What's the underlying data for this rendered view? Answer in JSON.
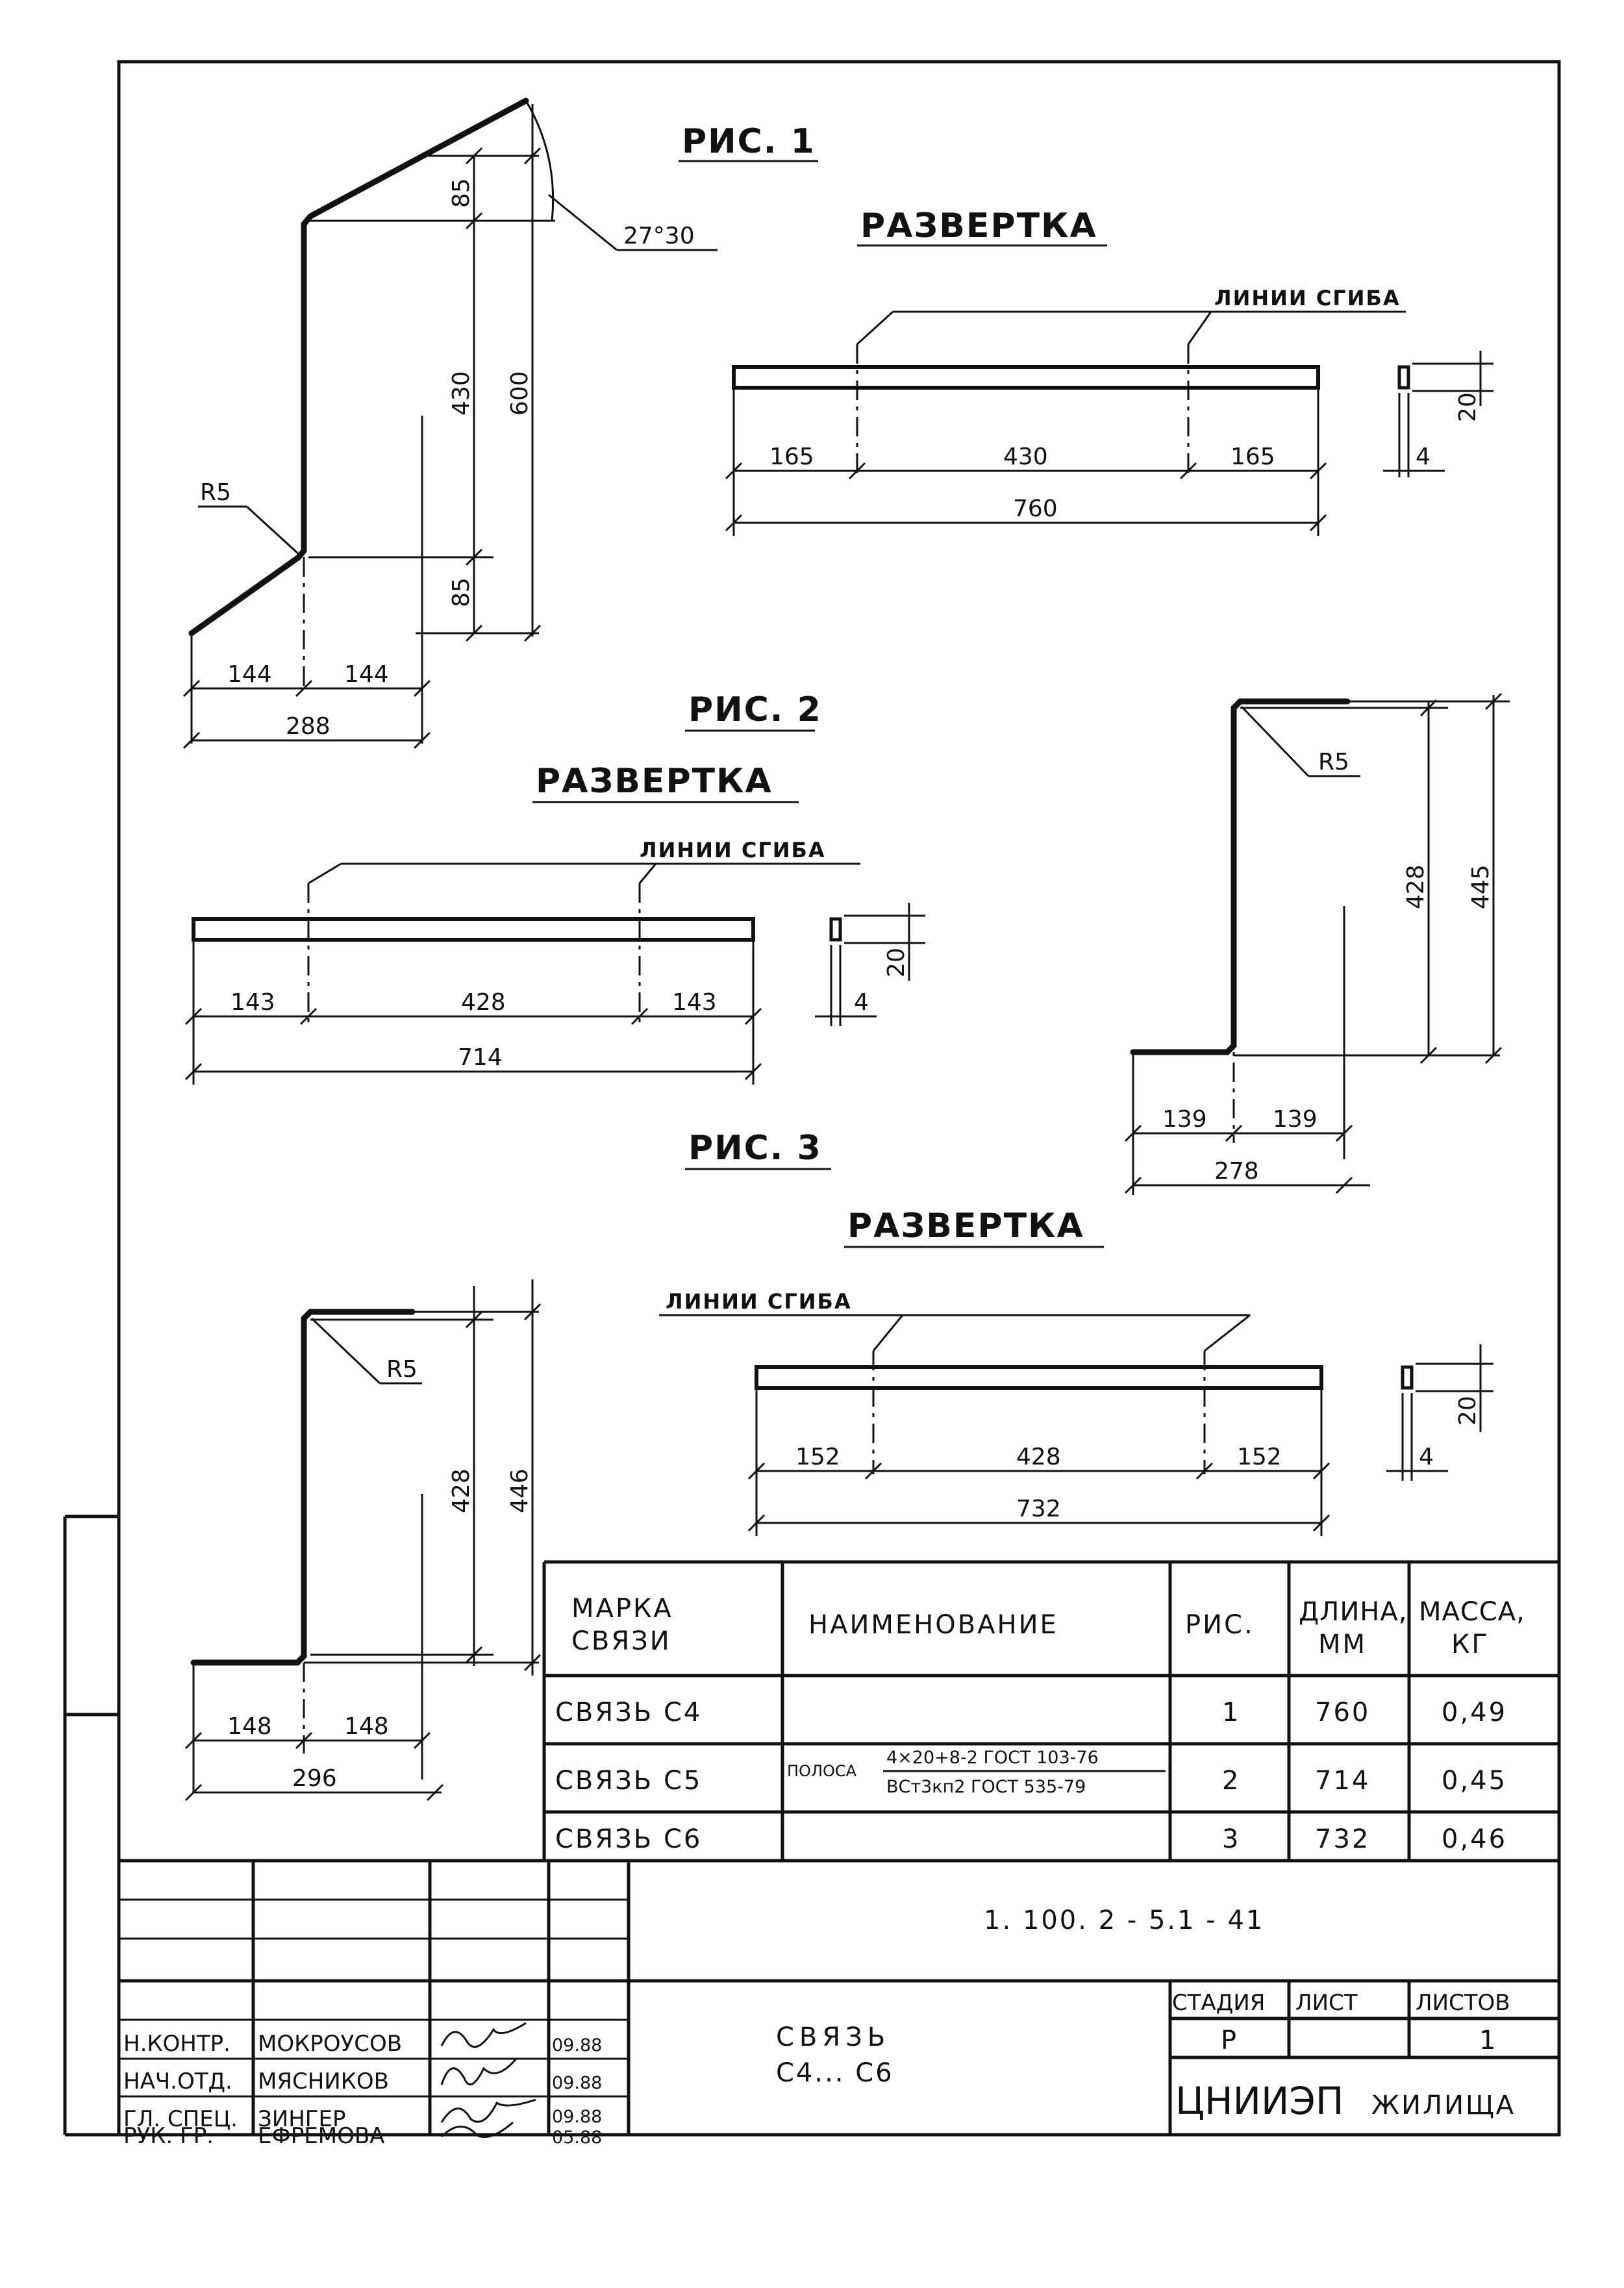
{
  "figures": {
    "fig1": {
      "title": "РИС. 1",
      "unfold_title": "РАЗВЕРТКА",
      "bend_lines_label": "ЛИНИИ СГИБА",
      "radius": "R5",
      "angle": "27°30",
      "dims": {
        "top": "85",
        "middle": "430",
        "bottom": "85",
        "height": "600",
        "left": "144",
        "right": "144",
        "width": "288"
      },
      "unfold_dims": {
        "a": "165",
        "b": "430",
        "c": "165",
        "total": "760",
        "section_h": "20",
        "section_t": "4"
      }
    },
    "fig2": {
      "title": "РИС. 2",
      "unfold_title": "РАЗВЕРТКА",
      "bend_lines_label": "ЛИНИИ СГИБА",
      "radius": "R5",
      "dims": {
        "inner": "428",
        "height": "445",
        "left": "139",
        "right": "139",
        "width": "278"
      },
      "unfold_dims": {
        "a": "143",
        "b": "428",
        "c": "143",
        "total": "714",
        "section_h": "20",
        "section_t": "4"
      }
    },
    "fig3": {
      "title": "РИС. 3",
      "unfold_title": "РАЗВЕРТКА",
      "bend_lines_label": "ЛИНИИ СГИБА",
      "radius": "R5",
      "dims": {
        "inner": "428",
        "height": "446",
        "left": "148",
        "right": "148",
        "width": "296"
      },
      "unfold_dims": {
        "a": "152",
        "b": "428",
        "c": "152",
        "total": "732",
        "section_h": "20",
        "section_t": "4"
      }
    }
  },
  "spec_table": {
    "headers": {
      "mark": [
        "МАРКА",
        "СВЯЗИ"
      ],
      "name": "НАИМЕНОВАНИЕ",
      "fig": "РИС.",
      "length": [
        "ДЛИНА,",
        "ММ"
      ],
      "mass": [
        "МАССА,",
        "КГ"
      ]
    },
    "material": {
      "prefix": "ПОЛОСА",
      "numerator": "4×20+8-2 ГОСТ 103-76",
      "denominator": "ВСт3кп2 ГОСТ 535-79"
    },
    "rows": [
      {
        "mark": "СВЯЗЬ С4",
        "fig": "1",
        "length": "760",
        "mass": "0,49"
      },
      {
        "mark": "СВЯЗЬ С5",
        "fig": "2",
        "length": "714",
        "mass": "0,45"
      },
      {
        "mark": "СВЯЗЬ С6",
        "fig": "3",
        "length": "732",
        "mass": "0,46"
      }
    ]
  },
  "title_block": {
    "doc_code": "1. 100. 2 - 5.1 - 41",
    "title_line1": "СВЯЗЬ",
    "title_line2": "С4... С6",
    "stage_label": "СТАДИЯ",
    "sheet_label": "ЛИСТ",
    "sheets_label": "ЛИСТОВ",
    "stage": "Р",
    "sheet": "",
    "sheets": "1",
    "organization_1": "ЦНИИЭП",
    "organization_2": "ЖИЛИЩА",
    "people": [
      {
        "role": "Н.КОНТР.",
        "name": "МОКРОУСОВ",
        "date": "09.88"
      },
      {
        "role": "НАЧ.ОТД.",
        "name": "МЯСНИКОВ",
        "date": "09.88"
      },
      {
        "role": "ГЛ. СПЕЦ.",
        "name": "ЗИНГЕР",
        "date": "09.88"
      },
      {
        "role": "РУК. ГР.",
        "name": "ЕФРЕМОВА",
        "date": "05.88"
      }
    ]
  }
}
